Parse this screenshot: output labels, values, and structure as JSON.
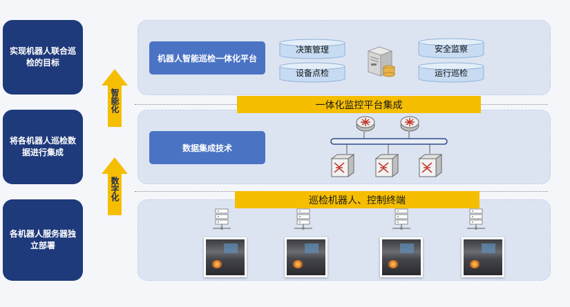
{
  "left_column": {
    "goal": "实现机器人联合巡检的目标",
    "integration": "将各机器人巡检数据进行集成",
    "deployment": "各机器人服务器独立部署"
  },
  "arrows": {
    "top": "智能化",
    "bottom": "数字化"
  },
  "top_panel": {
    "platform_label": "机器人智能巡检一体化平台",
    "db_labels": [
      "决策管理",
      "设备点检",
      "安全监察",
      "运行巡检"
    ],
    "server_icon": "server-database-icon"
  },
  "middle_bar": "一体化监控平台集成",
  "middle_panel": {
    "tech_label": "数据集成技术",
    "router_icon": "router-icon",
    "switch_icon": "network-switch-icon"
  },
  "bottom_bar": "巡检机器人、控制终端",
  "bottom_panel": {
    "server_icon": "server-network-icon",
    "photo_icon": "robot-inspection-photo"
  },
  "colors": {
    "dark_blue": "#1e3a7b",
    "arrow_yellow": "#f5be00",
    "panel_bg": "#dce4f2",
    "button_blue": "#4a73c4",
    "cylinder_fill": "#c7dbf2"
  }
}
